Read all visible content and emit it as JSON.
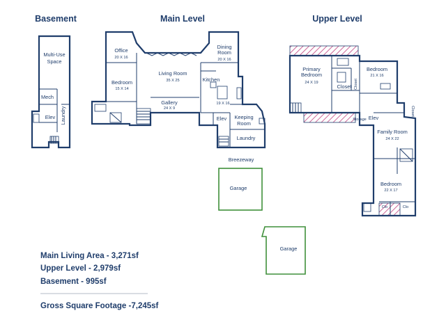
{
  "levels": {
    "basement": "Basement",
    "main": "Main Level",
    "upper": "Upper Level"
  },
  "rooms": {
    "basement": {
      "multi_use_1": "Multi-Use",
      "multi_use_2": "Space",
      "mech": "Mech",
      "elev": "Elev",
      "laundry": "Laundry"
    },
    "main": {
      "office": "Office",
      "office_dim": "20 X 16",
      "dining_1": "Dining",
      "dining_2": "Room",
      "dining_dim": "20 X 16",
      "living": "Living Room",
      "living_dim": "35 X 25",
      "bedroom": "Bedroom",
      "bedroom_dim": "15 X 14",
      "kitchen": "Kitchen",
      "kitchen_dim": "19 X 16",
      "gallery": "Gallery",
      "gallery_dim": "24 X 9",
      "elev": "Elev",
      "keeping_1": "Keeping",
      "keeping_2": "Room",
      "laundry": "Laundry",
      "breezeway": "Breezeway",
      "garage": "Garage"
    },
    "upper": {
      "primary_1": "Primary",
      "primary_2": "Bedroom",
      "primary_dim": "24 X 19",
      "closet": "Closet",
      "closet_side": "Closet",
      "bedroom": "Bedroom",
      "bedroom_dim": "21 X 16",
      "storage": "Storage",
      "elev": "Elev",
      "closet_right": "Closet",
      "family": "Family Room",
      "family_dim": "24 X 22",
      "bedroom2": "Bedroom",
      "bedroom2_dim": "22 X 17",
      "clo_1": "Clo",
      "clo_2": "Clo"
    },
    "garage2": "Garage"
  },
  "summary": {
    "main_living": "Main Living Area - 3,271sf",
    "upper": "Upper Level - 2,979sf",
    "basement": "Basement - 995sf",
    "gross": "Gross Square Footage -7,245sf"
  },
  "colors": {
    "walls": "#1f3d6b",
    "garage_outline": "#3f8f3a",
    "hatch": "#c0427e",
    "text": "#1f3d6b"
  }
}
